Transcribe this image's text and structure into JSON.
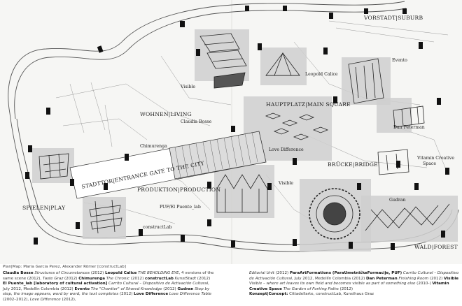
{
  "zones": {
    "vorstadt": "VORSTADT|SUBURB",
    "hauptplatz": "HAUPTPLATZ|MAIN SQUARE",
    "wohnen": "WOHNEN|LIVING",
    "stadttor": "STADTTOR|ENTRANCE GATE TO THE CITY",
    "produktion": "PRODUKTION|PRODUCTION",
    "bruecke": "BRÜCKE|BRIDGE",
    "spielen": "SPIELEN|PLAY",
    "wald": "WALD|FOREST"
  },
  "artists": {
    "leopold": "Leopold Calice",
    "evento": "Evento",
    "visible_top": "Visible",
    "claudia": "Claudia Bosse",
    "chimurenga": "Chimurenga",
    "love": "Love Difference",
    "dan": "Dan Peterman",
    "vitamin_1": "Vitamin Creative",
    "vitamin_2": "Space",
    "puf": "PUF/El Puente_lab",
    "visible_mid": "Visible",
    "gudran": "Gudran",
    "construct": "constructLab"
  },
  "credit": "Plan|Map: Maria Garcia Perez, Alexander Römer [constructLab]",
  "caption_left": [
    {
      "t": "Claudia Bosse",
      "s": "b"
    },
    {
      "t": " Structures of Circumstances",
      "s": "i"
    },
    {
      "t": " (2012) ",
      "s": ""
    },
    {
      "t": "Leopold Calice",
      "s": "b"
    },
    {
      "t": " THE BEHOLDING EYE",
      "s": "i"
    },
    {
      "t": ", 4 versions of the same scene (2012), ",
      "s": ""
    },
    {
      "t": "Taste Graz",
      "s": "i"
    },
    {
      "t": " (2012) ",
      "s": ""
    },
    {
      "t": "Chimurenga",
      "s": "b"
    },
    {
      "t": " The Chronic",
      "s": "i"
    },
    {
      "t": " (2012) ",
      "s": ""
    },
    {
      "t": "constructLab",
      "s": "b"
    },
    {
      "t": " KunstStadt",
      "s": "i"
    },
    {
      "t": " (2012) ",
      "s": ""
    },
    {
      "t": "El Puente_lab [laboratory of cultural activation]",
      "s": "b"
    },
    {
      "t": " Carrito Cultural – Dispositivo de Activación Cultural",
      "s": "i"
    },
    {
      "t": ", July 2012, Medellín Colombia (2012) ",
      "s": ""
    },
    {
      "t": "Evento",
      "s": "b"
    },
    {
      "t": " The \"Chantier\" of Shared Knowledge",
      "s": "i"
    },
    {
      "t": " (2012) ",
      "s": ""
    },
    {
      "t": "Gudran",
      "s": "b"
    },
    {
      "t": " Step by step, the image appears, word by word, the text completes",
      "s": "i"
    },
    {
      "t": " (2012) ",
      "s": ""
    },
    {
      "t": "Love Difference",
      "s": "b"
    },
    {
      "t": " Love Difference Table",
      "s": "i"
    },
    {
      "t": " (2002–2012), ",
      "s": ""
    },
    {
      "t": "Love Difference",
      "s": "i"
    },
    {
      "t": " (2012),",
      "s": ""
    }
  ],
  "caption_right": [
    {
      "t": "Editorial Unit",
      "s": "i"
    },
    {
      "t": " (2012) ",
      "s": ""
    },
    {
      "t": "ParaArtFormations (ParaUmetničkeFormacije, PUF)",
      "s": "b"
    },
    {
      "t": " Carrito Cultural – Dispositivo de Activación Cultural",
      "s": "i"
    },
    {
      "t": ", July 2012, Medellín Colombia (2012) ",
      "s": ""
    },
    {
      "t": "Dan Peterman",
      "s": "b"
    },
    {
      "t": " Finishing Room",
      "s": "i"
    },
    {
      "t": " (2012) ",
      "s": ""
    },
    {
      "t": "Visible",
      "s": "b"
    },
    {
      "t": " Visible – where art leaves its own field and becomes visible as part of something else",
      "s": "i"
    },
    {
      "t": " (2010-) ",
      "s": ""
    },
    {
      "t": "Vitamin Creative Space",
      "s": "b"
    },
    {
      "t": " The Garden of Forking Paths",
      "s": "i"
    },
    {
      "t": " (2012)",
      "s": ""
    },
    {
      "t": "\n",
      "s": ""
    },
    {
      "t": "Konzept|Concept:",
      "s": "b"
    },
    {
      "t": " Cittadellarte, constructLab, Kunsthaus Graz",
      "s": ""
    }
  ]
}
